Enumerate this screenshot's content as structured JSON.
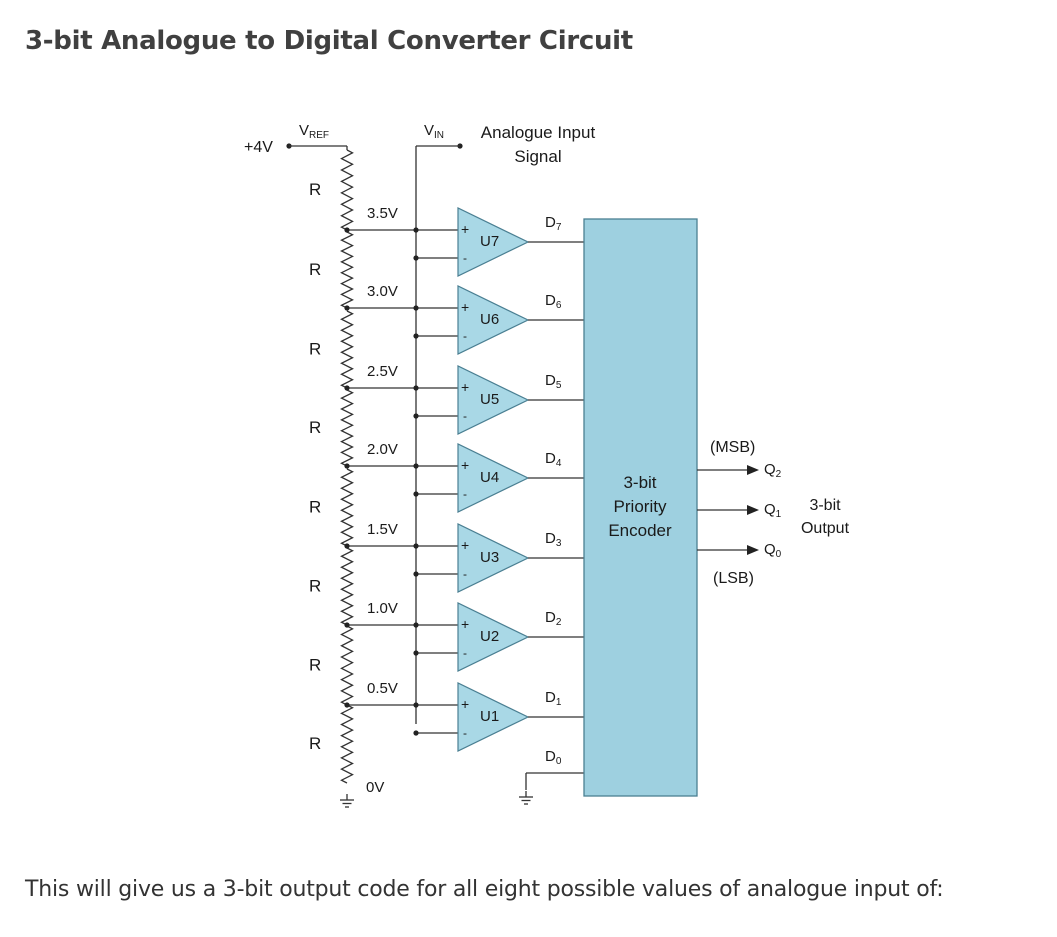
{
  "title": "3-bit Analogue to Digital Converter Circuit",
  "footer": "This will give us a 3-bit output code for all eight possible values of analogue input of:",
  "diagram": {
    "supply_label": "+4V",
    "vref_label": {
      "main": "V",
      "sub": "REF"
    },
    "vin_label": {
      "main": "V",
      "sub": "IN"
    },
    "input_label_line1": "Analogue Input",
    "input_label_line2": "Signal",
    "resistor_label": "R",
    "node_voltages": [
      "3.5V",
      "3.0V",
      "2.5V",
      "2.0V",
      "1.5V",
      "1.0V",
      "0.5V"
    ],
    "ground_node_label": "0V",
    "comparators": [
      "U7",
      "U6",
      "U5",
      "U4",
      "U3",
      "U2",
      "U1"
    ],
    "comparator_plus": "+",
    "comparator_minus": "-",
    "data_lines": [
      {
        "main": "D",
        "sub": "7"
      },
      {
        "main": "D",
        "sub": "6"
      },
      {
        "main": "D",
        "sub": "5"
      },
      {
        "main": "D",
        "sub": "4"
      },
      {
        "main": "D",
        "sub": "3"
      },
      {
        "main": "D",
        "sub": "2"
      },
      {
        "main": "D",
        "sub": "1"
      },
      {
        "main": "D",
        "sub": "0"
      }
    ],
    "encoder_lines": [
      "3-bit",
      "Priority",
      "Encoder"
    ],
    "outputs": [
      {
        "main": "Q",
        "sub": "2"
      },
      {
        "main": "Q",
        "sub": "1"
      },
      {
        "main": "Q",
        "sub": "0"
      }
    ],
    "msb_label": "(MSB)",
    "lsb_label": "(LSB)",
    "output_label_line1": "3-bit",
    "output_label_line2": "Output",
    "colors": {
      "encoder_fill": "#9ed0e0",
      "comparator_fill": "#a9d8e6",
      "wire": "#333333"
    }
  }
}
